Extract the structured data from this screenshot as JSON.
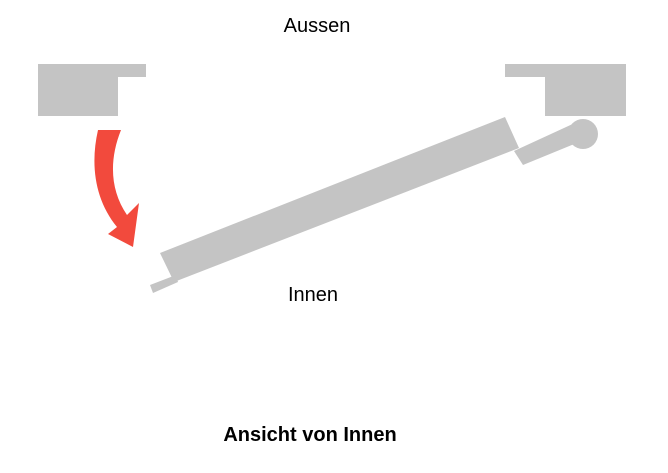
{
  "labels": {
    "outside": "Aussen",
    "inside": "Innen",
    "caption": "Ansicht von Innen"
  },
  "colors": {
    "frame": "#c4c4c4",
    "arrow": "#f24a3d",
    "text": "#000000",
    "background": "#ffffff"
  }
}
